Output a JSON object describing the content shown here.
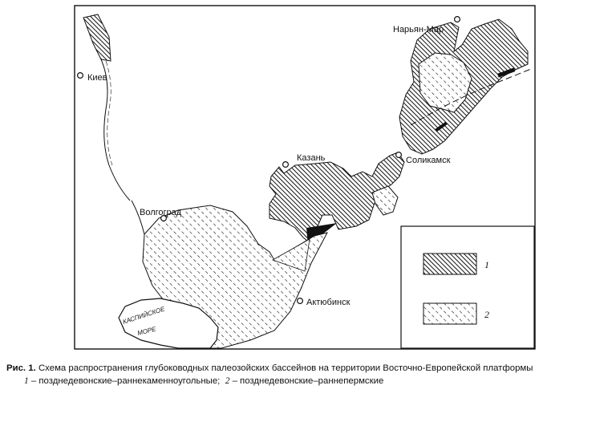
{
  "map": {
    "cities": {
      "naryan_mar": "Нарьян-Мар",
      "kiev": "Киев",
      "kazan": "Казань",
      "solikamsk": "Соликамск",
      "volgograd": "Волгоград",
      "aktyubinsk": "Актюбинск"
    },
    "sea": {
      "line1": "КАСПИЙСКОЕ",
      "line2": "МОРЕ"
    },
    "legend": [
      {
        "number": "1",
        "pattern": "dense-hatch"
      },
      {
        "number": "2",
        "pattern": "sparse-hatch"
      }
    ]
  },
  "caption": {
    "label": "Рис. 1.",
    "title": "Схема распространения глубоководных палеозойских бассейнов на территории Восточно-Европейской платформы",
    "item1_num": "1",
    "item1_text": "– позднедевонские–раннекаменноугольные;",
    "item2_num": "2",
    "item2_text": "– позднедевонские–раннепермские"
  }
}
